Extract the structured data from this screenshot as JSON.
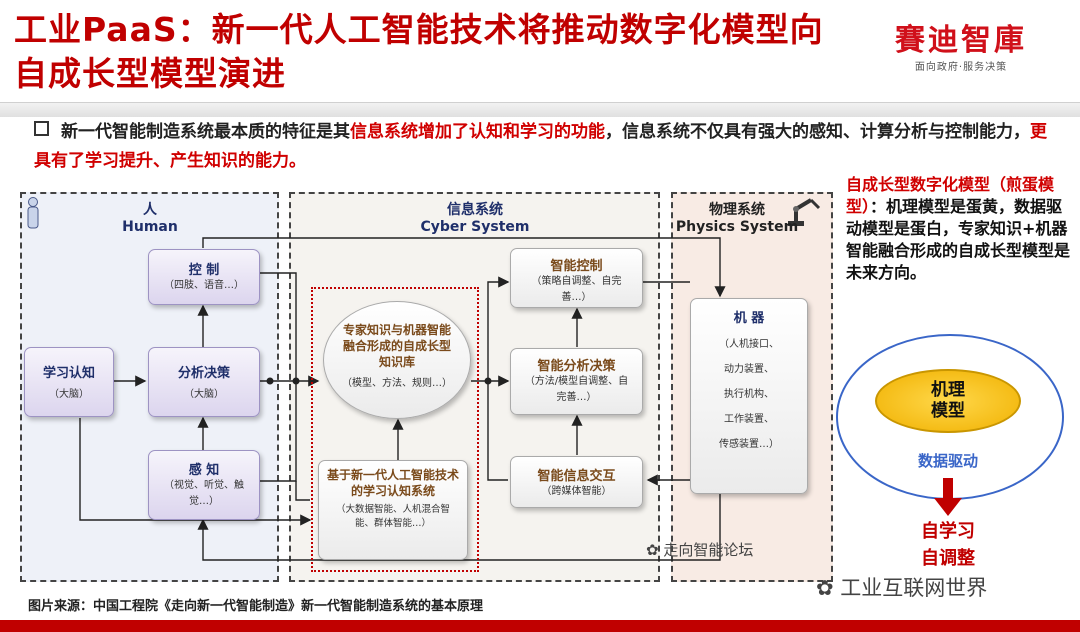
{
  "title": "工业PaaS：新一代人工智能技术将推动数字化模型向自成长型模型演进",
  "logo": {
    "main": "賽迪智庫",
    "sub": "面向政府·服务决策"
  },
  "bullet": {
    "p1": "新一代智能制造系统最本质的特征是其",
    "r1": "信息系统增加了认知和学习的功能",
    "p2": "，信息系统不仅具有强大的感知、计算分析与控制能力，",
    "r2": "更具有了学习提升、产生知识的能力。"
  },
  "human": {
    "cn": "人",
    "en": "Human",
    "control": {
      "title": "控 制",
      "sub": "（四肢、语音…）"
    },
    "learn": {
      "title": "学习认知",
      "sub": "（大脑）"
    },
    "analyze": {
      "title": "分析决策",
      "sub": "（大脑）"
    },
    "sense": {
      "title": "感 知",
      "sub": "（视觉、听觉、触觉…）"
    }
  },
  "cyber": {
    "cn": "信息系统",
    "en": "Cyber System",
    "kb": {
      "title": "专家知识与机器智能融合形成的自成长型知识库",
      "sub": "（模型、方法、规则…）"
    },
    "ai": {
      "title": "基于新一代人工智能技术的学习认知系统",
      "sub": "（大数据智能、人机混合智能、群体智能…）"
    },
    "ctrl": {
      "title": "智能控制",
      "sub": "（策略自调整、自完善…）"
    },
    "decide": {
      "title": "智能分析决策",
      "sub": "（方法/模型自调整、自完善…）"
    },
    "interact": {
      "title": "智能信息交互",
      "sub": "（跨媒体智能）"
    }
  },
  "physics": {
    "cn": "物理系统",
    "en": "Physics System",
    "machine": {
      "title": "机 器",
      "items": [
        "（人机接口、",
        "动力装置、",
        "执行机构、",
        "工作装置、",
        "传感装置…）"
      ]
    }
  },
  "note": {
    "r": "自成长型数字化模型（煎蛋模型）",
    "b": "：机理模型是蛋黄，数据驱动模型是蛋白，专家知识+机器智能融合形成的自成长型模型是未来方向。"
  },
  "egg": {
    "yolk": "机理模型",
    "white": "数据驱动",
    "self1": "自学习",
    "self2": "自调整"
  },
  "caption": "图片来源：中国工程院《走向新一代智能制造》新一代智能制造系统的基本原理",
  "watermark1": "走向智能论坛",
  "watermark2": "工业互联网世界",
  "colors": {
    "accent": "#c00000",
    "blue": "#1f2f6a",
    "egg": "#f0b000",
    "ring": "#3a66c8"
  }
}
